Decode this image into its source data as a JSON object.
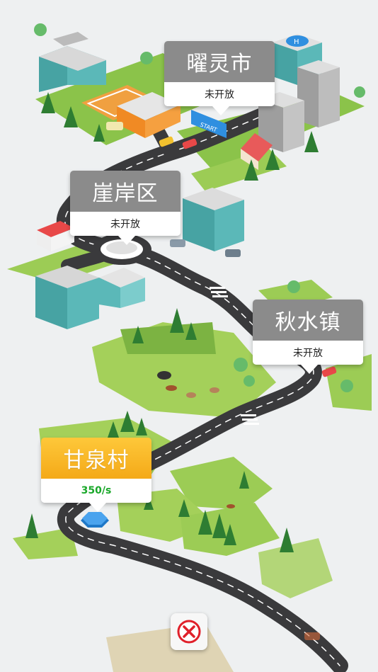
{
  "map": {
    "start_sign": "START",
    "helipad_mark": "H",
    "locations": [
      {
        "name": "曜灵市",
        "status": "未开放"
      },
      {
        "name": "崖岸区",
        "status": "未开放"
      },
      {
        "name": "秋水镇",
        "status": "未开放"
      },
      {
        "name": "甘泉村",
        "status": "350/s"
      }
    ]
  },
  "icons": {
    "close": "close-circle-icon",
    "current_location": "hex-location-marker-icon"
  },
  "colors": {
    "locked": "#8b8b8b",
    "active": "#f9b726",
    "rate": "#1aa82a",
    "close": "#e0202a",
    "marker": "#2f8fe0"
  }
}
